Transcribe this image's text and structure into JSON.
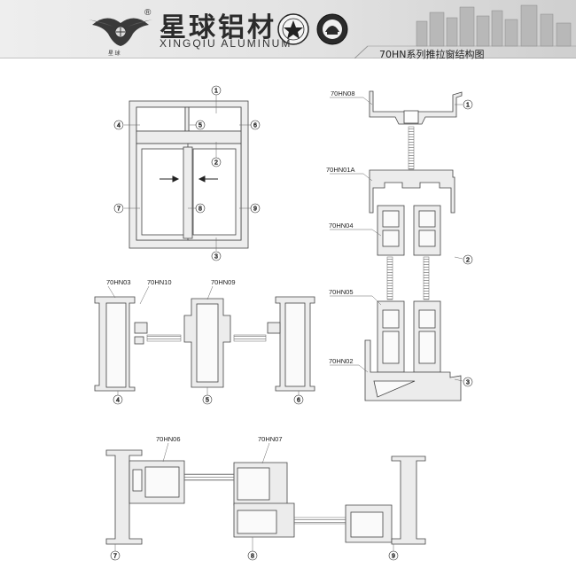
{
  "header": {
    "brand_cn": "星球铝材",
    "brand_en": "XINGQIU ALUMINUM",
    "registered_mark": "®",
    "title": "70HN系列推拉窗结构图",
    "icons": [
      "eagle-logo-icon",
      "quality-seal-icon",
      "certification-seal-icon",
      "building-skyline-icon"
    ]
  },
  "callouts": [
    "1",
    "2",
    "3",
    "4",
    "5",
    "6",
    "7",
    "8",
    "9"
  ],
  "profiles": {
    "p70hn08": "70HN08",
    "p70hn01a": "70HN01A",
    "p70hn04": "70HN04",
    "p70hn05": "70HN05",
    "p70hn02": "70HN02",
    "p70hn03": "70HN03",
    "p70hn10": "70HN10",
    "p70hn09": "70HN09",
    "p70hn06": "70HN06",
    "p70hn07": "70HN07"
  },
  "colors": {
    "profile_fill": "#e9e9e9",
    "stroke": "#444444",
    "line": "#555555",
    "header_fill": "#e4e4e4"
  }
}
